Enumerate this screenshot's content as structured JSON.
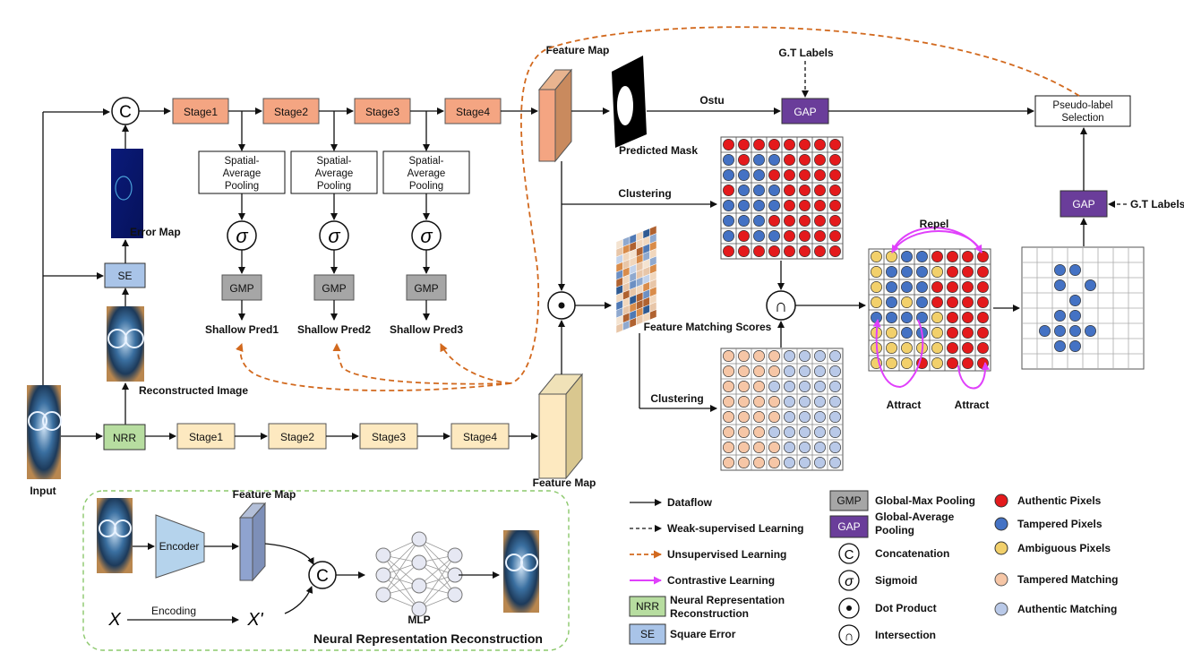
{
  "input": {
    "label": "Input"
  },
  "top_branch": {
    "stages": [
      "Stage1",
      "Stage2",
      "Stage3",
      "Stage4"
    ],
    "pooling": [
      "Spatial-",
      "Average",
      "Pooling"
    ],
    "sigma": "σ",
    "gmp": "GMP",
    "shallow_preds": [
      "Shallow Pred1",
      "Shallow Pred2",
      "Shallow Pred3"
    ],
    "error_map": "Error Map",
    "se": "SE",
    "concat": "C",
    "reconstructed": "Reconstructed Image"
  },
  "bottom_branch": {
    "nrr": "NRR",
    "stages": [
      "Stage1",
      "Stage2",
      "Stage3",
      "Stage4"
    ],
    "feature_map": "Feature Map"
  },
  "right": {
    "feature_map": "Feature Map",
    "predicted_mask": "Predicted Mask",
    "ostu": "Ostu",
    "gt_labels_top": "G.T Labels",
    "gap": "GAP",
    "pseudo": [
      "Pseudo-label",
      "Selection"
    ],
    "clustering_top": "Clustering",
    "clustering_bottom": "Clustering",
    "dot": "•",
    "intersection": "∩",
    "matching_scores": "Feature Matching Scores",
    "repel": "Repel",
    "attract1": "Attract",
    "attract2": "Attract",
    "gap2": "GAP",
    "gt_labels_right": "G.T Labels"
  },
  "nrr_panel": {
    "title": "Neural Representation Reconstruction",
    "encoder": "Encoder",
    "feature_map": "Feature Map",
    "concat": "C",
    "mlp": "MLP",
    "x": "X",
    "xprime": "X'",
    "encoding": "Encoding"
  },
  "legend": {
    "dataflow": "Dataflow",
    "weak": "Weak-supervised Learning",
    "unsup": "Unsupervised Learning",
    "contrast": "Contrastive Learning",
    "nrr_box": "NRR",
    "nrr_text": [
      "Neural Representation",
      "Reconstruction"
    ],
    "se_box": "SE",
    "se_text": "Square Error",
    "gmp_box": "GMP",
    "gmp_text": "Global-Max Pooling",
    "gap_box": "GAP",
    "gap_text": [
      "Global-Average",
      "Pooling"
    ],
    "concat_sym": "C",
    "concat_text": "Concatenation",
    "sigmoid_sym": "σ",
    "sigmoid_text": "Sigmoid",
    "dot_text": "Dot Product",
    "inter_sym": "∩",
    "inter_text": "Intersection",
    "authentic": "Authentic Pixels",
    "tampered": "Tampered Pixels",
    "ambiguous": "Ambiguous Pixels",
    "tmatch": "Tampered Matching",
    "amatch": "Authentic Matching"
  },
  "colors": {
    "stage_top": "#f4a582",
    "stage_bottom": "#fde9c0",
    "gmp": "#a6a6a6",
    "gap": "#6a3d9a",
    "se": "#a9c4e8",
    "nrr": "#b7dda0",
    "red": "#e41a1c",
    "blue": "#4472c4",
    "yellow": "#f2d06b",
    "peach": "#f6c6a6",
    "lightblue": "#b9c9e8",
    "orange_dash": "#d2691e",
    "magenta": "#e040fb"
  },
  "grids": {
    "top": [
      "RRRRRRRR",
      "BRBBRRRR",
      "BBBRRRRR",
      "RBBBRRRR",
      "BBBBRRRR",
      "BBBRRRRR",
      "BRBBRRRR",
      "RRRRRRRR"
    ],
    "bottom": [
      "PPPPLLLL",
      "PPPPLLLL",
      "PPPLLLLL",
      "PPPPLLLL",
      "PPPPLLLL",
      "PPPLLLLL",
      "PPPPLLLL",
      "PPPPLLLL"
    ],
    "merged": [
      "YYBBRRRR",
      "YBBBYRRR",
      "YBBBRRRR",
      "YBYBRRRR",
      "BBBBYRRR",
      "YYBBYRRR",
      "YYYYYRRR",
      "YYYRYRRR"
    ],
    "pseudo": [
      "........",
      "..BB....",
      "..B.B...",
      "...B....",
      "..BB....",
      ".BBBB...",
      "..BB....",
      "........"
    ]
  }
}
